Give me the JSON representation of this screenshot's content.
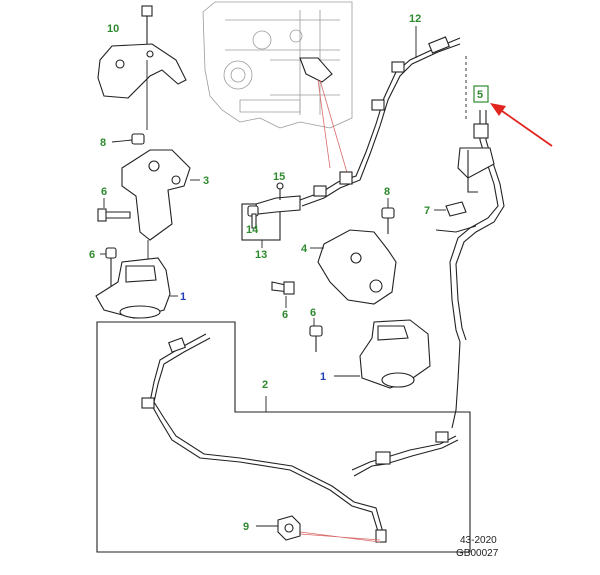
{
  "diagram": {
    "callouts": [
      {
        "id": "c1a",
        "label": "1",
        "color": "blue"
      },
      {
        "id": "c1b",
        "label": "1",
        "color": "blue"
      },
      {
        "id": "c2",
        "label": "2",
        "color": "green"
      },
      {
        "id": "c3",
        "label": "3",
        "color": "green"
      },
      {
        "id": "c4",
        "label": "4",
        "color": "green"
      },
      {
        "id": "c5",
        "label": "5",
        "color": "green"
      },
      {
        "id": "c6a",
        "label": "6",
        "color": "green"
      },
      {
        "id": "c6b",
        "label": "6",
        "color": "green"
      },
      {
        "id": "c6c",
        "label": "6",
        "color": "green"
      },
      {
        "id": "c6d",
        "label": "6",
        "color": "green"
      },
      {
        "id": "c7",
        "label": "7",
        "color": "green"
      },
      {
        "id": "c8a",
        "label": "8",
        "color": "green"
      },
      {
        "id": "c8b",
        "label": "8",
        "color": "green"
      },
      {
        "id": "c9",
        "label": "9",
        "color": "green"
      },
      {
        "id": "c10",
        "label": "10",
        "color": "green"
      },
      {
        "id": "c12",
        "label": "12",
        "color": "green"
      },
      {
        "id": "c13",
        "label": "13",
        "color": "green"
      },
      {
        "id": "c14",
        "label": "14",
        "color": "green"
      },
      {
        "id": "c15",
        "label": "15",
        "color": "green"
      }
    ],
    "colors": {
      "callout_green": "#2f8a2f",
      "callout_blue": "#1f3fb8",
      "highlight_arrow": "#e0261e",
      "leader_red": "#d96a6a"
    },
    "footer": {
      "ref_code": "43-2020",
      "image_code": "GB00027"
    }
  }
}
